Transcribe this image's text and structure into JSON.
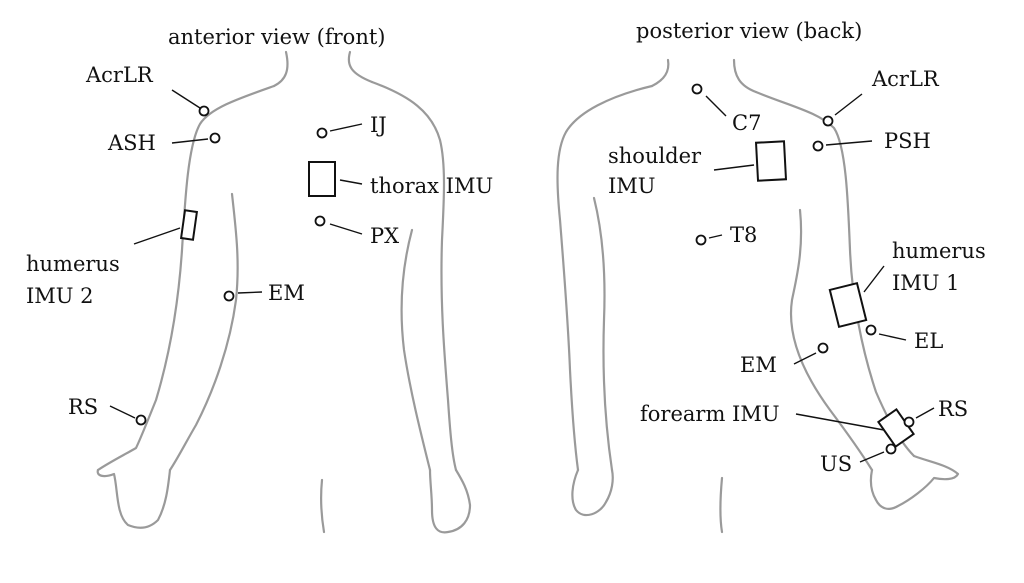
{
  "titles": {
    "front": "anterior view (front)",
    "back": "posterior view (back)"
  },
  "front": {
    "acrlr": "AcrLR",
    "ash": "ASH",
    "ij": "IJ",
    "thorax_imu": "thorax IMU",
    "px": "PX",
    "humerus_imu2_line1": "humerus",
    "humerus_imu2_line2": "IMU 2",
    "em": "EM",
    "rs": "RS"
  },
  "back": {
    "c7": "C7",
    "acrlr": "AcrLR",
    "psh": "PSH",
    "shoulder_imu_line1": "shoulder",
    "shoulder_imu_line2": "IMU",
    "t8": "T8",
    "humerus_imu1_line1": "humerus",
    "humerus_imu1_line2": "IMU 1",
    "el": "EL",
    "em": "EM",
    "forearm_imu": "forearm IMU",
    "rs": "RS",
    "us": "US"
  },
  "colors": {
    "outline": "#9a9a9a",
    "ink": "#111111"
  }
}
